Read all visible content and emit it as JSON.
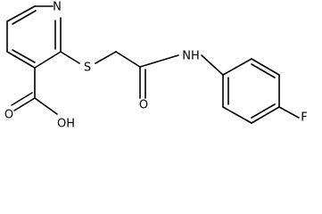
{
  "molecule": {
    "atoms": {
      "nitrogen_ring": "N",
      "sulfur": "S",
      "carbonyl_oxygen": "O",
      "amide_nh": "NH",
      "fluorine": "F",
      "acid_oh": "OH",
      "acid_oxygen": "O"
    }
  }
}
